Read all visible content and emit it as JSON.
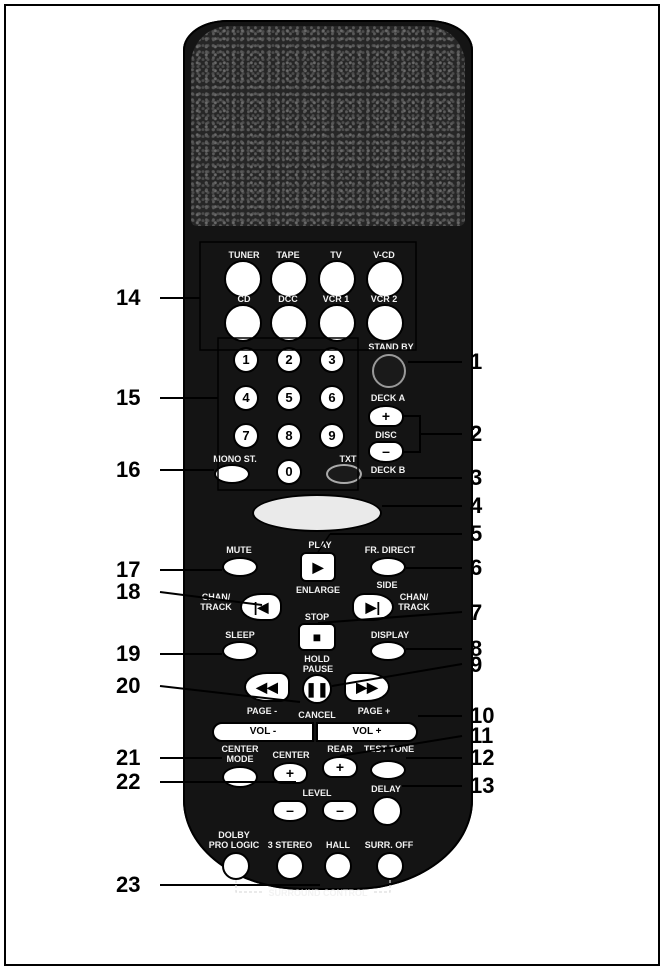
{
  "source_labels": {
    "tuner": "TUNER",
    "tape": "TAPE",
    "tv": "TV",
    "vcd": "V-CD",
    "cd": "CD",
    "dcc": "DCC",
    "vcr1": "VCR 1",
    "vcr2": "VCR 2"
  },
  "keypad": [
    "1",
    "2",
    "3",
    "4",
    "5",
    "6",
    "7",
    "8",
    "9",
    "0"
  ],
  "labels": {
    "standby": "STAND BY",
    "deck_a": "DECK A",
    "disc": "DISC",
    "deck_b": "DECK B",
    "mono_st": "MONO ST.",
    "txt": "TXT",
    "mute": "MUTE",
    "play": "PLAY",
    "fr_direct": "FR. DIRECT",
    "enlarge": "ENLARGE",
    "side": "SIDE",
    "chan_track": "CHAN/\nTRACK",
    "stop": "STOP",
    "hold": "HOLD",
    "sleep": "SLEEP",
    "display": "DISPLAY",
    "pause": "PAUSE",
    "cancel": "CANCEL",
    "page_minus": "PAGE -",
    "page_plus": "PAGE +",
    "vol_minus": "VOL -",
    "vol_plus": "VOL +",
    "center_mode": "CENTER\nMODE",
    "center": "CENTER",
    "rear": "REAR",
    "test_tone": "TEST TONE",
    "level": "LEVEL",
    "delay": "DELAY",
    "dolby_pro_logic": "DOLBY\nPRO LOGIC",
    "three_stereo": "3 STEREO",
    "hall": "HALL",
    "surr_off": "SURR. OFF",
    "surround_control": "SURROUND CONTROL"
  },
  "callouts": [
    "1",
    "2",
    "3",
    "4",
    "5",
    "6",
    "7",
    "8",
    "9",
    "10",
    "11",
    "12",
    "13",
    "14",
    "15",
    "16",
    "17",
    "18",
    "19",
    "20",
    "21",
    "22",
    "23"
  ],
  "colors": {
    "body": "#141414",
    "button": "#ffffff",
    "line": "#000000"
  }
}
